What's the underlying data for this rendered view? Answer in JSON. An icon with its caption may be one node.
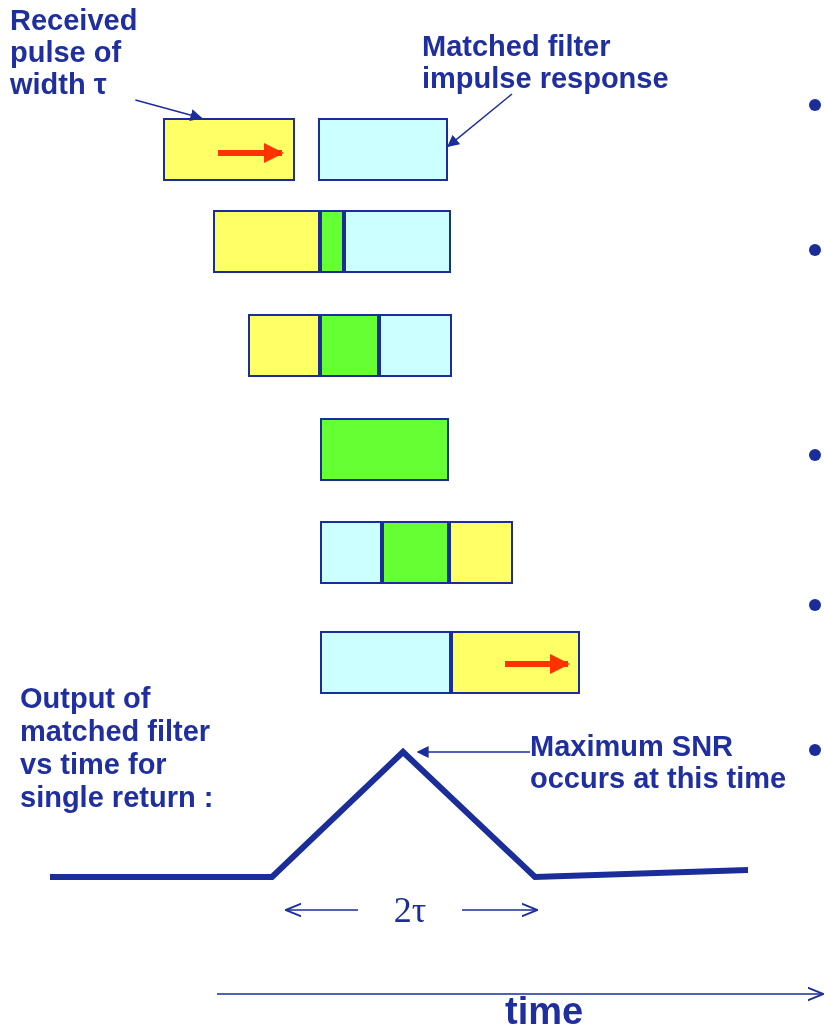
{
  "diagram": {
    "nodes": [
      {
        "text": [
          "Received pulse of width τ"
        ]
      },
      {
        "text": [],
        "shape": "box"
      },
      {
        "text": [
          "Matched filter impulse response"
        ]
      },
      {
        "text": [],
        "shape": "box"
      },
      {
        "text": [
          "Maximum SNR occurs at this time"
        ]
      },
      {
        "text": [],
        "shape": "picture"
      }
    ],
    "edges": [
      {
        "from": 0,
        "to": 1,
        "arrow": "to"
      },
      {
        "from": 2,
        "to": 3,
        "arrow": "to"
      },
      {
        "from": 4,
        "to": 5,
        "arrow": "to"
      }
    ],
    "labels": [
      "Output of matched filter vs time for single return :",
      "2τ",
      "time"
    ]
  }
}
